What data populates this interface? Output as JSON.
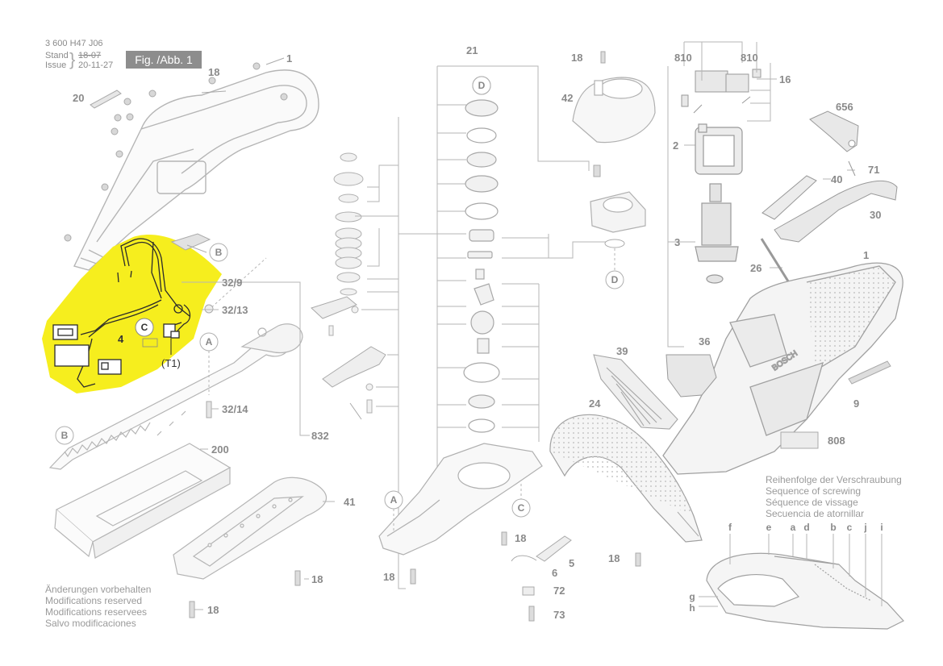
{
  "header": {
    "doc_number": "3 600 H47 J06",
    "stand_label": "Stand",
    "issue_label": "Issue",
    "stand_old_date": "18-07",
    "issue_date": "20-11-27",
    "figure_tag": "Fig. /Abb. 1"
  },
  "callouts": {
    "housing_left": "1",
    "screw_18_top": "18",
    "label_20": "20",
    "cable_4": "4",
    "t1": "(T1)",
    "c_circle": "C",
    "b_circle": "B",
    "a_circle": "A",
    "d_circle": "D",
    "n_32_9": "32/9",
    "n_32_13": "32/13",
    "n_32_14": "32/14",
    "n_200": "200",
    "n_832": "832",
    "n_41": "41",
    "n_18a": "18",
    "n_18b": "18",
    "n_21": "21",
    "n_18c": "18",
    "n_42": "42",
    "n_810a": "810",
    "n_810b": "810",
    "n_16": "16",
    "n_656": "656",
    "n_2": "2",
    "n_40": "40",
    "n_71": "71",
    "n_30": "30",
    "n_3": "3",
    "n_26": "26",
    "n_1_right": "1",
    "n_39": "39",
    "n_36": "36",
    "n_24": "24",
    "n_9": "9",
    "n_808": "808",
    "n_18d": "18",
    "n_18e": "18",
    "n_18f": "18",
    "n_5": "5",
    "n_6": "6",
    "n_72": "72",
    "n_73": "73"
  },
  "notes_left": [
    "Änderungen vorbehalten",
    "Modifications reserved",
    "Modifications reservees",
    "Salvo modificaciones"
  ],
  "notes_right": [
    "Reihenfolge der Verschraubung",
    "Sequence of screwing",
    "Séquence de vissage",
    "Secuencia de atornillar"
  ],
  "screw_sequence_letters": [
    "f",
    "e",
    "a",
    "d",
    "b",
    "c",
    "j",
    "i",
    "g",
    "h"
  ],
  "colors": {
    "highlight": "#f6ee1e",
    "line": "#b0b0b0",
    "text": "#888888",
    "figure_tag": "#8d8d8d"
  }
}
